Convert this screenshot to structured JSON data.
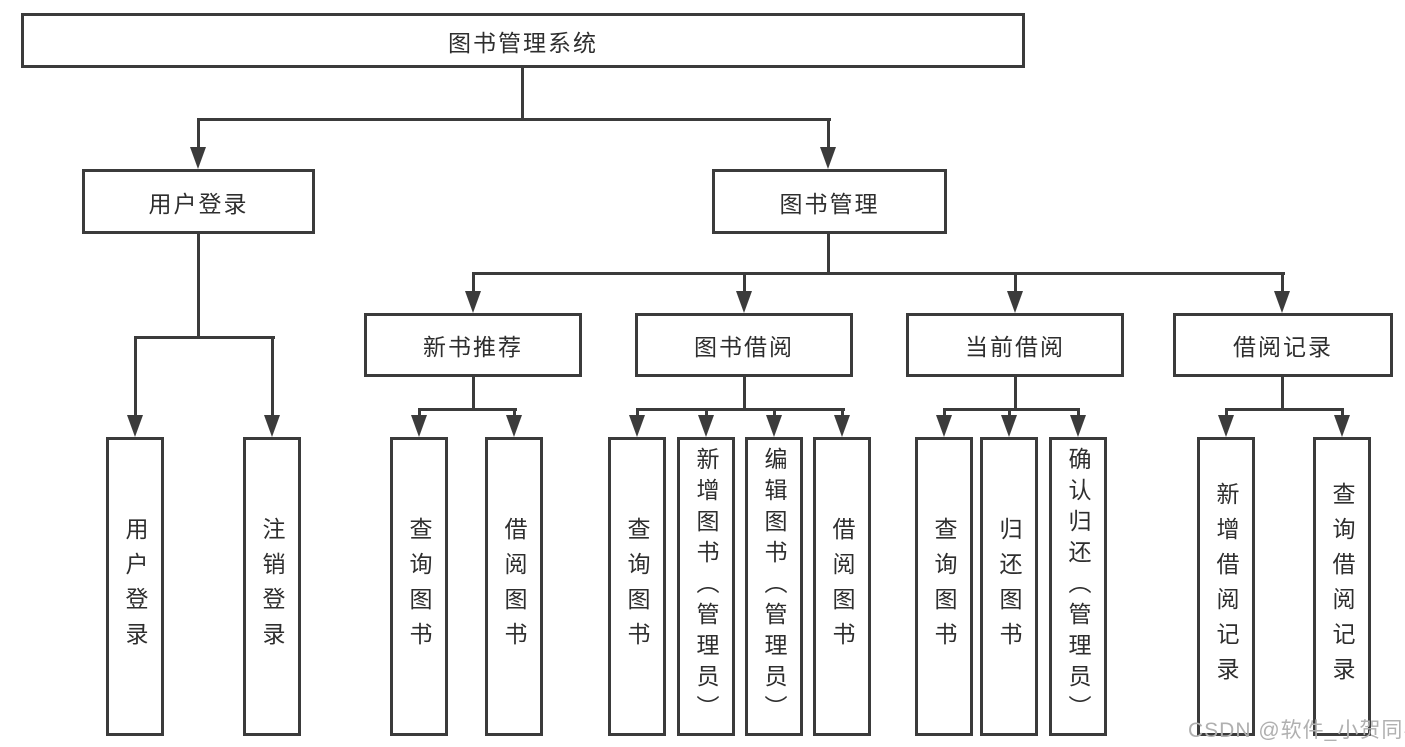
{
  "diagram": {
    "root": {
      "label": "图书管理系统"
    },
    "level2": [
      {
        "label": "用户登录",
        "children": [
          {
            "label": "用户登录"
          },
          {
            "label": "注销登录"
          }
        ]
      },
      {
        "label": "图书管理",
        "sections": [
          {
            "label": "新书推荐",
            "children": [
              {
                "label": "查询图书"
              },
              {
                "label": "借阅图书"
              }
            ]
          },
          {
            "label": "图书借阅",
            "children": [
              {
                "label": "查询图书"
              },
              {
                "label": "新增图书（管理员）"
              },
              {
                "label": "编辑图书（管理员）"
              },
              {
                "label": "借阅图书"
              }
            ]
          },
          {
            "label": "当前借阅",
            "children": [
              {
                "label": "查询图书"
              },
              {
                "label": "归还图书"
              },
              {
                "label": "确认归还（管理员）"
              }
            ]
          },
          {
            "label": "借阅记录",
            "children": [
              {
                "label": "新增借阅记录"
              },
              {
                "label": "查询借阅记录"
              }
            ]
          }
        ]
      }
    ]
  },
  "watermark": {
    "text": "CSDN @软件_小贺同学"
  },
  "colors": {
    "line": "#3b3b3b",
    "text": "#2e2e2e",
    "watermark_gray": "#b0b0b0",
    "background": "#ffffff"
  }
}
